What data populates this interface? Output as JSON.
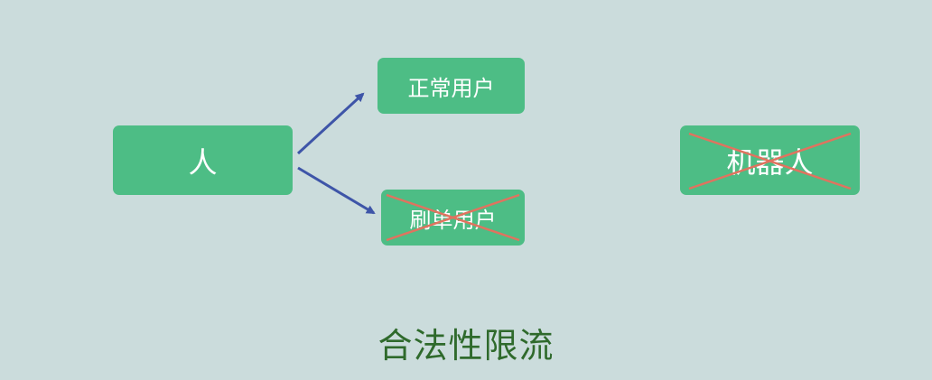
{
  "nodes": {
    "person": "人",
    "normal_user": "正常用户",
    "fraud_user": "刷单用户",
    "robot": "机器人"
  },
  "caption": "合法性限流",
  "colors": {
    "background": "#cbdcdc",
    "node_fill": "#4dbd85",
    "node_text": "#ffffff",
    "arrow": "#3e55a8",
    "cross": "#e0735f",
    "caption": "#2f6a2c"
  }
}
